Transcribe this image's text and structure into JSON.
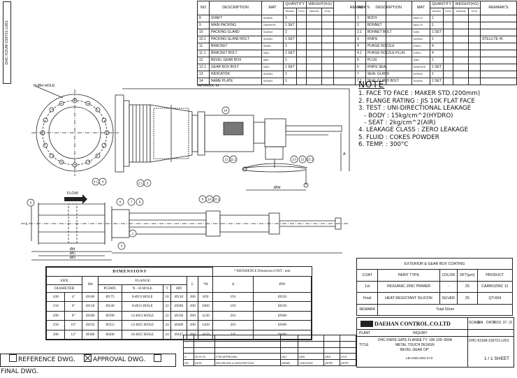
{
  "side_title": "DHC-K2UM-150721-L001",
  "bom_header": [
    "NO",
    "DESCRIPTION",
    "MAT",
    "QUANTITY",
    "WEIGHT(KG)",
    "REMARK'S"
  ],
  "bom_sub": [
    "PER/SET",
    "TOTAL",
    "PER/ONE",
    "TOTAL"
  ],
  "bom_left": [
    [
      "8",
      "SHAFT",
      "SUS630",
      "1",
      ""
    ],
    [
      "9",
      "MAIN PACKING",
      "GRAPHITE",
      "1 SET",
      ""
    ],
    [
      "10",
      "PACKING GLAND",
      "SUS304",
      "1",
      ""
    ],
    [
      "10.1",
      "PACKING GLAND BOLT",
      "SUS304",
      "1 SET",
      ""
    ],
    [
      "11",
      "BRACKET",
      "SS400",
      "1",
      ""
    ],
    [
      "11.1",
      "BRACKET BOLT",
      "S45C",
      "1 SET",
      ""
    ],
    [
      "12",
      "BEVEL GEAR BOX",
      "A567",
      "1",
      ""
    ],
    [
      "12.1",
      "GEAR BOX BOLT",
      "S45C",
      "1 SET",
      ""
    ],
    [
      "13",
      "INDICATOR",
      "SUS304",
      "1",
      ""
    ],
    [
      "14",
      "NAME PLATE",
      "SUS304",
      "1",
      ""
    ]
  ],
  "bom_right": [
    [
      "1",
      "BODY",
      "A516 70",
      "1",
      ""
    ],
    [
      "2",
      "BONNET",
      "A516 70",
      "1",
      ""
    ],
    [
      "2.1",
      "BONNET BOLT",
      "S45C",
      "1 SET",
      ""
    ],
    [
      "3",
      "KNIFE",
      "SUS304",
      "1",
      "STELLITE #6"
    ],
    [
      "4",
      "PURGE NOZZLE",
      "STEEL",
      "4",
      ""
    ],
    [
      "4.1",
      "PURGE NOZZLE PLUG",
      "STEEL",
      "4",
      ""
    ],
    [
      "5",
      "PLUG",
      "S45C",
      "1",
      ""
    ],
    [
      "6",
      "KNIFE SEAL",
      "GRAPHITE",
      "1 SET",
      ""
    ],
    [
      "7",
      "SEAL GLAND",
      "SUS304",
      "1",
      ""
    ],
    [
      "7.1",
      "SEAL GLAND BOLT",
      "SUS304",
      "1 SET",
      ""
    ]
  ],
  "note": {
    "title": "NOTE",
    "lines": [
      "1. FACE TO FACE : MAKER STD.(200mm)",
      "2. FLANGE RATING : JIS 10K FLAT FACE",
      "3. TEST : UNI-DIRECTIONAL LEAKAGE",
      "   - BODY : 15kg/cm^2(HYDRO)",
      "   - SEAT : 2kg/cm^2(AIR)",
      "4. LEAKAGE CLASS : ZERO LEAKAGE",
      "5. FLUID : COKES POWDER",
      "6. TEMP. : 300°C"
    ]
  },
  "drawing_labels": {
    "hole": "N-ØH HOLE",
    "approx": "APPROX. H",
    "flow": "FLOW",
    "w": "ØW",
    "a": "A",
    "l": "L",
    "dd": "Ød",
    "dc": "ØC",
    "dD": "ØD",
    "balloons": [
      "14",
      "11",
      "11.1",
      "13",
      "12",
      "12.1",
      "4.1",
      "4",
      "2.1",
      "2",
      "5",
      "6",
      "3",
      "7",
      "8",
      "9",
      "10",
      "10.1",
      "1"
    ]
  },
  "dims": {
    "title": "DIMENSIONS",
    "ref": "* REFERENCE Dimension  UNIT : mm",
    "h_size": "SIZE",
    "h_flange": "FLANGE",
    "h_diameter": "DIAMETER",
    "h_d": "Ød",
    "h_pcd": "PCDØC",
    "h_hole": "N - H HOLE",
    "h_t": "T",
    "h_D": "ØD",
    "h_l": "L",
    "h_h": "*H",
    "h_a": "A",
    "h_w": "ØW",
    "rows": [
      [
        "100",
        "4\"",
        "Ø100",
        "Ø175",
        "8-Ø19 HOLE",
        "18",
        "Ø210",
        "200",
        "820",
        "191",
        "Ø250"
      ],
      [
        "150",
        "6\"",
        "Ø150",
        "Ø240",
        "8-Ø23 HOLE",
        "22",
        "Ø280",
        "200",
        "1060",
        "191",
        "Ø250"
      ],
      [
        "200",
        "8\"",
        "Ø200",
        "Ø290",
        "12-Ø23 HOLE",
        "22",
        "Ø330",
        "200",
        "1230",
        "201",
        "Ø300"
      ],
      [
        "250",
        "10\"",
        "Ø250",
        "Ø355",
        "12-Ø25 HOLE",
        "24",
        "Ø400",
        "200",
        "1420",
        "201",
        "Ø300"
      ],
      [
        "300",
        "12\"",
        "Ø300",
        "Ø400",
        "16-Ø25 HOLE",
        "24",
        "Ø445",
        "200",
        "1650",
        "245",
        "Ø400"
      ]
    ]
  },
  "coating": {
    "title": "EXTERIOR & GEAR BOX COATING",
    "headers": [
      "COAT",
      "PAINT TYPE",
      "COLOR",
      "DFT(μm)",
      "PRODUCT"
    ],
    "rows": [
      [
        "1st",
        "INOGANIC ZINC PRIMER",
        "-",
        "25",
        "CARBOZINC 11"
      ],
      [
        "Final",
        "HEAT REGISTANT SILICON",
        "SILVER",
        "25",
        "QT-604"
      ]
    ],
    "remark_label": "REMARK",
    "remark": "Total 50um"
  },
  "title_block": {
    "company": "DAEHAN CONTROL.CO.LTD",
    "scale_label": "SCALE",
    "scale": "N/A",
    "date_label": "DATE",
    "date": "2015. 07. 21",
    "plant_label": "PLANT",
    "inquiry_label": "INQUIRY",
    "title_label": "TITLE",
    "title1": "DHC KNIFE GATE FLANGE TY. 10K 100~300A",
    "title2": "METAL TOUCH DESIGN",
    "title3": "BEVEL GEAR OP'",
    "dwg_no": "DHC-K2UM-150721-L001",
    "sheet": "1 / 1   SHEET",
    "sig": "LBJ KBS KBS KYS"
  },
  "revision": {
    "rev_row": [
      "A",
      "15.07.21",
      "FOR APPROVAL",
      "LBJ",
      "KBS",
      "KBS",
      "KYS"
    ],
    "header": [
      "NO",
      "DATE",
      "REVISIONS & DESCRIPTION",
      "DRWN",
      "CHECKED",
      "APPR",
      "APPD"
    ]
  },
  "dwg_status": [
    "REFERENCE DWG.",
    "APPROVAL DWG.",
    "FINAL DWG."
  ],
  "dwg_checked": [
    false,
    true,
    false
  ]
}
